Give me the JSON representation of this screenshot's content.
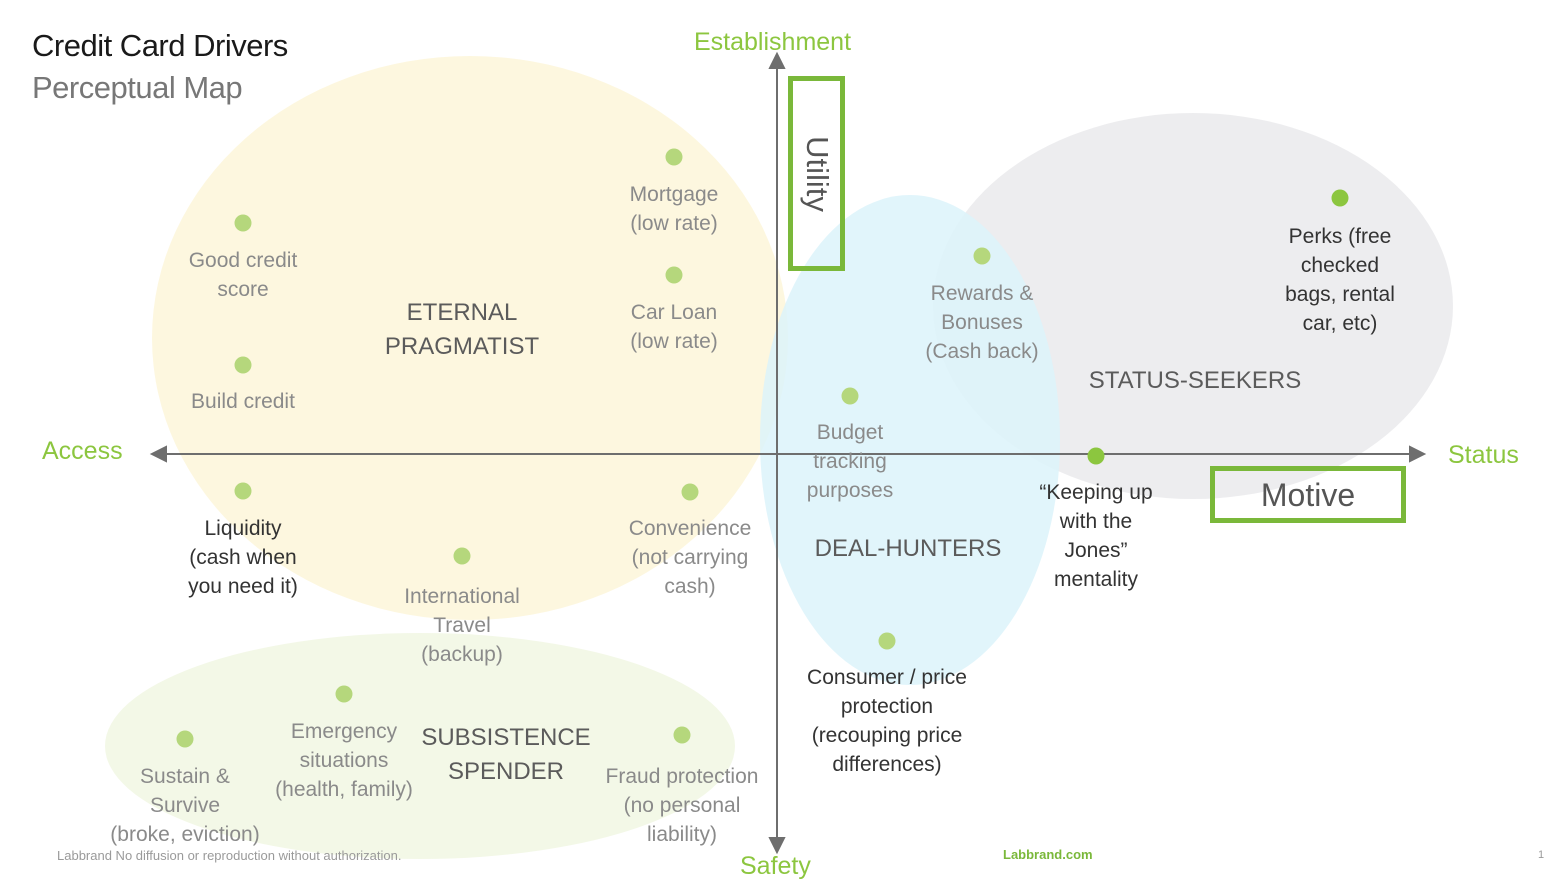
{
  "title": "Credit Card Drivers",
  "subtitle": "Perceptual Map",
  "axes": {
    "top": "Establishment",
    "bottom": "Safety",
    "left": "Access",
    "right": "Status"
  },
  "boxes": {
    "vertical": "Utility",
    "horizontal": "Motive"
  },
  "segments": [
    {
      "id": "eternal-pragmatist",
      "line1": "ETERNAL",
      "line2": "PRAGMATIST",
      "color": "#fdf6dc"
    },
    {
      "id": "status-seekers",
      "line1": "STATUS-SEEKERS",
      "line2": "",
      "color": "#ecebee"
    },
    {
      "id": "deal-hunters",
      "line1": "DEAL-HUNTERS",
      "line2": "",
      "color": "#dcf3fa"
    },
    {
      "id": "subsistence-spender",
      "line1": "SUBSISTENCE",
      "line2": "SPENDER",
      "color": "#f2f7e5"
    }
  ],
  "drivers": [
    {
      "id": "mortgage",
      "lines": [
        "Mortgage",
        "(low rate)"
      ]
    },
    {
      "id": "good-credit",
      "lines": [
        "Good credit",
        "score"
      ]
    },
    {
      "id": "car-loan",
      "lines": [
        "Car Loan",
        "(low rate)"
      ]
    },
    {
      "id": "build-credit",
      "lines": [
        "Build credit"
      ]
    },
    {
      "id": "liquidity",
      "lines": [
        "Liquidity",
        "(cash when",
        "you need it)"
      ]
    },
    {
      "id": "international-travel",
      "lines": [
        "International",
        "Travel",
        "(backup)"
      ]
    },
    {
      "id": "convenience",
      "lines": [
        "Convenience",
        "(not carrying",
        "cash)"
      ]
    },
    {
      "id": "rewards",
      "lines": [
        "Rewards &",
        "Bonuses",
        "(Cash back)"
      ]
    },
    {
      "id": "budget-tracking",
      "lines": [
        "Budget",
        "tracking",
        "purposes"
      ]
    },
    {
      "id": "perks",
      "lines": [
        "Perks (free",
        "checked",
        "bags, rental",
        "car, etc)"
      ]
    },
    {
      "id": "keeping-up",
      "lines": [
        "“Keeping up",
        "with the",
        "Jones”",
        "mentality"
      ]
    },
    {
      "id": "consumer-protection",
      "lines": [
        "Consumer / price",
        "protection",
        "(recouping price",
        "differences)"
      ]
    },
    {
      "id": "emergency",
      "lines": [
        "Emergency",
        "situations",
        "(health, family)"
      ]
    },
    {
      "id": "sustain",
      "lines": [
        "Sustain &",
        "Survive",
        "(broke, eviction)"
      ]
    },
    {
      "id": "fraud-protection",
      "lines": [
        "Fraud protection",
        "(no personal",
        "liability)"
      ]
    }
  ],
  "colors": {
    "accent": "#8cc63f",
    "dot_light": "#b5d77c",
    "dot_dark": "#8cc63f",
    "axis": "#6e6e6e"
  },
  "footer": {
    "left": "Labbrand No diffusion or reproduction without authorization.",
    "center": "Labbrand.com",
    "page": "1"
  }
}
